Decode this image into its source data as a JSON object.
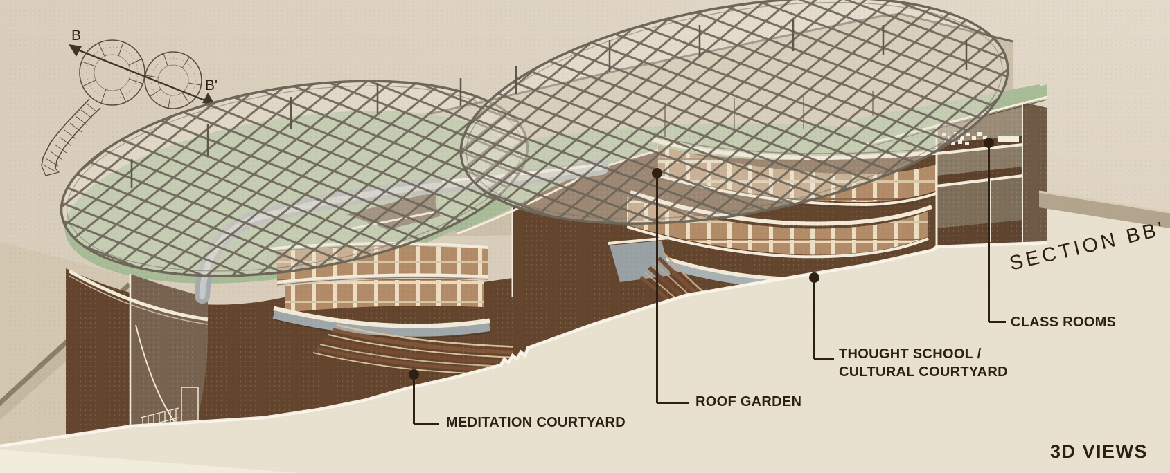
{
  "title_block": {
    "section_label": "SECTION BB'",
    "view_label": "3D VIEWS"
  },
  "plan_inset": {
    "marker_start": "B",
    "marker_end": "B'"
  },
  "callouts": [
    {
      "id": "meditation-courtyard",
      "label": "MEDITATION COURTYARD"
    },
    {
      "id": "roof-garden",
      "label": "ROOF GARDEN"
    },
    {
      "id": "thought-school",
      "label": "THOUGHT SCHOOL /\nCULTURAL COURTYARD"
    },
    {
      "id": "class-rooms",
      "label": "CLASS ROOMS"
    }
  ],
  "colors": {
    "paper": "#d9cdbb",
    "ground": "#e9e1cf",
    "ground_bright": "#f2ecdd",
    "roof_green": "#a9bc98",
    "cut_brown": "#64452e",
    "wall_taupe": "#9c8e7b",
    "facade_tan": "#b28c68",
    "facade_cream": "#ecdfc4",
    "lattice": "#6b6457",
    "rail_white": "#f3ebd9",
    "ink": "#2d2013"
  }
}
